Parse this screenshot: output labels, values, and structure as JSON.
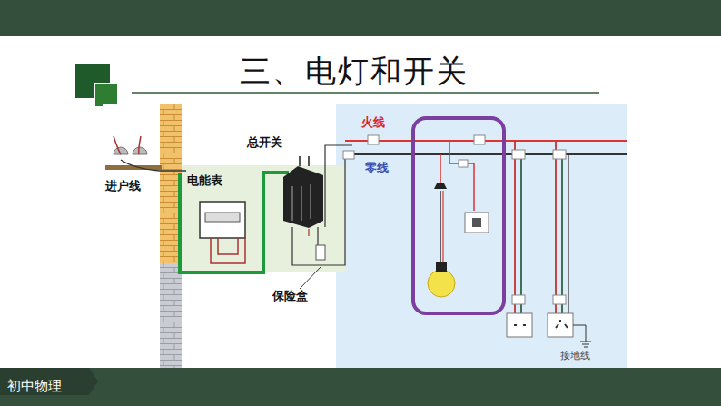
{
  "diagram": {
    "title": "三、电灯和开关",
    "nodes": [
      {
        "text": [
          "初中物理"
        ]
      }
    ],
    "labels": [
      "进户线",
      "电能表",
      "总开关",
      "保险盒",
      "火线",
      "零线",
      "接地线"
    ]
  }
}
